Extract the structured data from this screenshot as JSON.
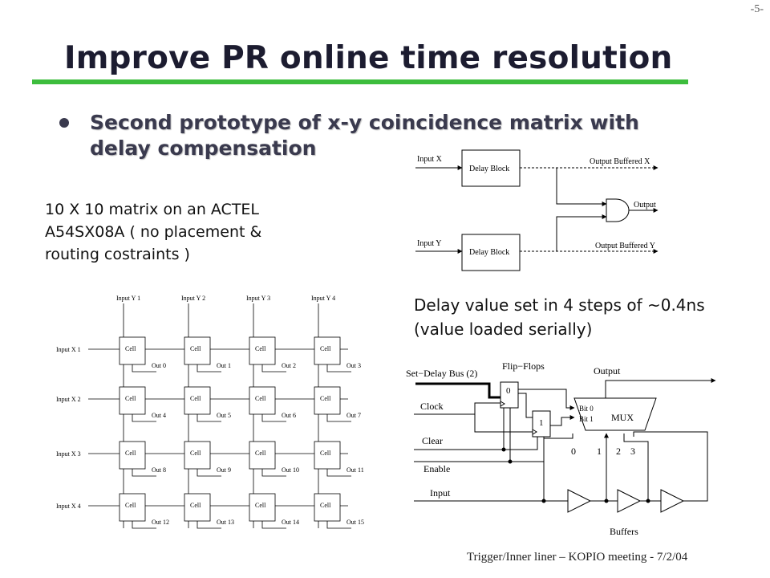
{
  "page_number": "-5-",
  "title": "Improve PR online time resolution",
  "bullet": "Second prototype of x-y coincidence matrix with delay compensation",
  "matrix_note": "10 X 10 matrix on an ACTEL A54SX08A ( no placement & routing costraints )",
  "delay_note": "Delay value set in 4 steps of ~0.4ns  (value loaded serially)",
  "footer": "Trigger/Inner liner – KOPIO meeting -  7/2/04",
  "colors": {
    "title": "#1c1c30",
    "rule": "#3dbd3d",
    "bullet": "#3a3a4e"
  },
  "block_diagram": {
    "input_x": "Input X",
    "input_y": "Input Y",
    "delay_block": "Delay Block",
    "out_x": "Output Buffered X",
    "out_y": "Output Buffered Y",
    "output": "Output"
  },
  "matrix": {
    "inputs_y": [
      "Input Y 1",
      "Input Y 2",
      "Input Y 3",
      "Input Y 4"
    ],
    "inputs_x": [
      "Input X 1",
      "Input X 2",
      "Input X 3",
      "Input X 4"
    ],
    "cell_label": "Cell",
    "outputs": [
      "Out 0",
      "Out 1",
      "Out 2",
      "Out 3",
      "Out 4",
      "Out 5",
      "Out 6",
      "Out 7",
      "Out 8",
      "Out 9",
      "Out 10",
      "Out 11",
      "Out 12",
      "Out 13",
      "Out 14",
      "Out 15"
    ]
  },
  "delay_circuit": {
    "bus": "Set−Delay Bus (2)",
    "flipflops": "Flip−Flops",
    "output": "Output",
    "ff0": "0",
    "ff1": "1",
    "clock": "Clock",
    "clear": "Clear",
    "enable": "Enable",
    "input": "Input",
    "bit0": "Bit 0",
    "bit1": "Bit 1",
    "mux": "MUX",
    "mux_inputs": [
      "0",
      "1",
      "2",
      "3"
    ],
    "buffers": "Buffers"
  }
}
